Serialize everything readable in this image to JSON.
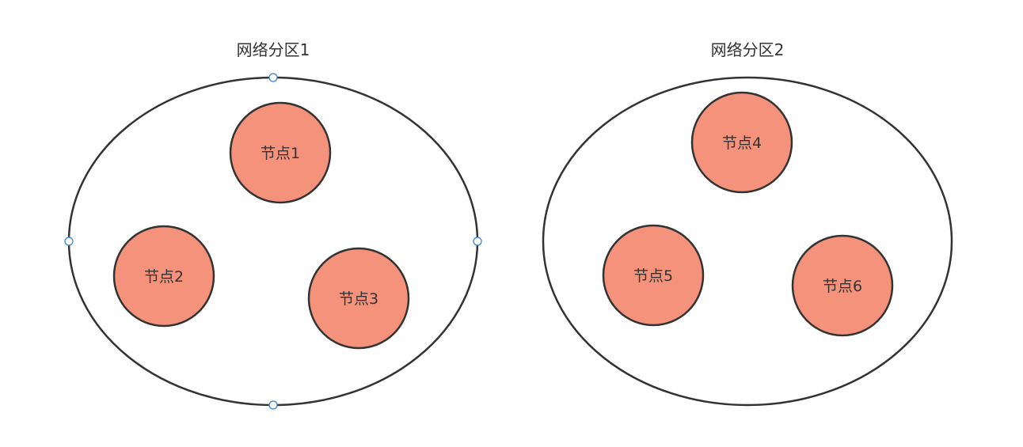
{
  "diagram": {
    "colors": {
      "node_fill": "#f4927b",
      "stroke": "#333333",
      "handle": "#2f80d6",
      "background": "#ffffff"
    },
    "partitions": [
      {
        "title": "网络分区1",
        "selected": true,
        "nodes": [
          {
            "label": "节点1"
          },
          {
            "label": "节点2"
          },
          {
            "label": "节点3"
          }
        ]
      },
      {
        "title": "网络分区2",
        "selected": false,
        "nodes": [
          {
            "label": "节点4"
          },
          {
            "label": "节点5"
          },
          {
            "label": "节点6"
          }
        ]
      }
    ]
  }
}
